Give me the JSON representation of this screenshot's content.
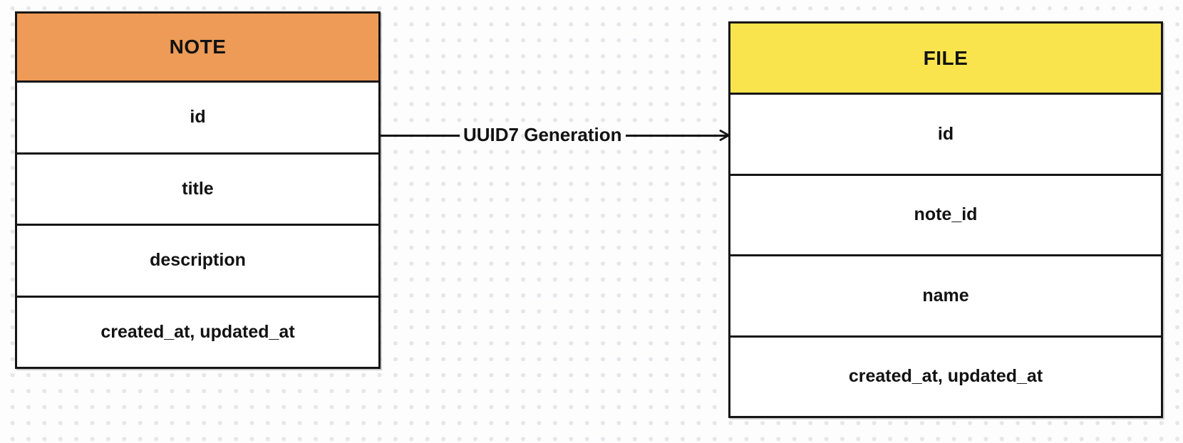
{
  "diagram": {
    "background": {
      "dot_color": "#e5e5ec",
      "canvas_color": "#fdfdfe"
    },
    "entities": [
      {
        "name": "NOTE",
        "header_color": "#ED9B57",
        "fields": [
          "id",
          "title",
          "description",
          "created_at, updated_at"
        ]
      },
      {
        "name": "FILE",
        "header_color": "#F9E44E",
        "fields": [
          "id",
          "note_id",
          "name",
          "created_at, updated_at"
        ]
      }
    ],
    "connector": {
      "label": "UUID7 Generation",
      "line_color": "#151515",
      "from": "NOTE.id",
      "to": "FILE.id"
    }
  }
}
